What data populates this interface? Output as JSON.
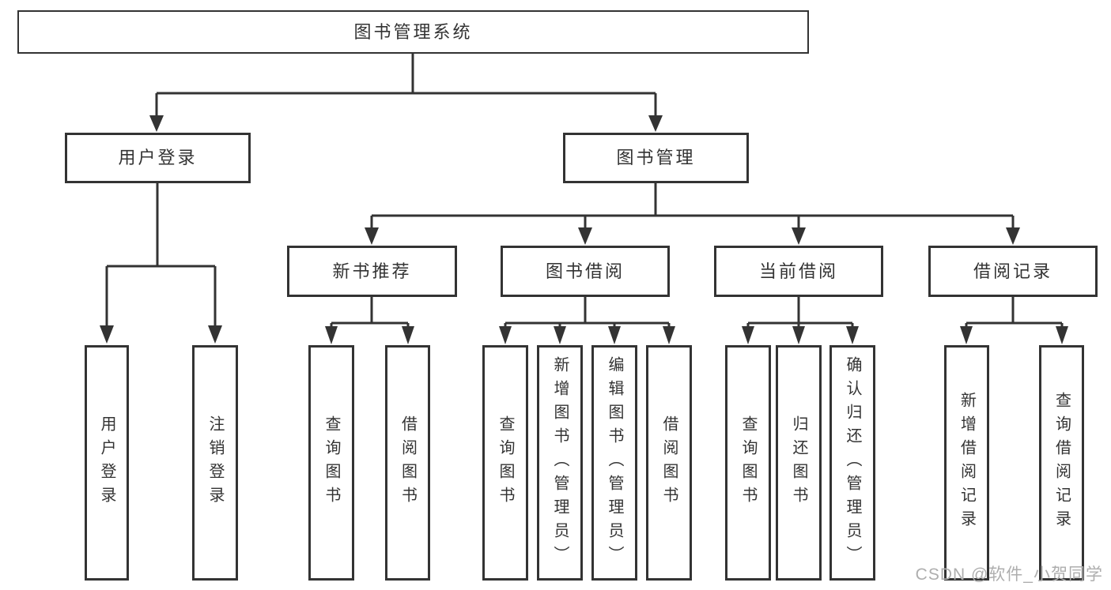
{
  "diagram": {
    "type": "hierarchy-tree",
    "nodes": {
      "root": {
        "label": "图书管理系统",
        "level": 0,
        "orientation": "horizontal"
      },
      "userLogin": {
        "label": "用户登录",
        "level": 1,
        "orientation": "horizontal"
      },
      "bookMgmt": {
        "label": "图书管理",
        "level": 1,
        "orientation": "horizontal"
      },
      "newBooks": {
        "label": "新书推荐",
        "level": 2,
        "orientation": "horizontal"
      },
      "bookBorrow": {
        "label": "图书借阅",
        "level": 2,
        "orientation": "horizontal"
      },
      "currentBorrow": {
        "label": "当前借阅",
        "level": 2,
        "orientation": "horizontal"
      },
      "borrowRecords": {
        "label": "借阅记录",
        "level": 2,
        "orientation": "horizontal"
      },
      "leafUserLogin": {
        "label": "用户登录",
        "level": 3,
        "orientation": "vertical"
      },
      "leafLogout": {
        "label": "注销登录",
        "level": 3,
        "orientation": "vertical"
      },
      "nbQuery": {
        "label": "查询图书",
        "level": 3,
        "orientation": "vertical"
      },
      "nbBorrow": {
        "label": "借阅图书",
        "level": 3,
        "orientation": "vertical"
      },
      "bbQuery": {
        "label": "查询图书",
        "level": 3,
        "orientation": "vertical"
      },
      "bbAdd": {
        "label": "新增图书（管理员）",
        "level": 3,
        "orientation": "vertical"
      },
      "bbEdit": {
        "label": "编辑图书（管理员）",
        "level": 3,
        "orientation": "vertical"
      },
      "bbBorrow": {
        "label": "借阅图书",
        "level": 3,
        "orientation": "vertical"
      },
      "cbQuery": {
        "label": "查询图书",
        "level": 3,
        "orientation": "vertical"
      },
      "cbReturn": {
        "label": "归还图书",
        "level": 3,
        "orientation": "vertical"
      },
      "cbConfirm": {
        "label": "确认归还（管理员）",
        "level": 3,
        "orientation": "vertical"
      },
      "brAdd": {
        "label": "新增借阅记录",
        "level": 3,
        "orientation": "vertical"
      },
      "brQuery": {
        "label": "查询借阅记录",
        "level": 3,
        "orientation": "vertical"
      }
    },
    "edges": [
      {
        "from": "root",
        "to": "userLogin"
      },
      {
        "from": "root",
        "to": "bookMgmt"
      },
      {
        "from": "userLogin",
        "to": "leafUserLogin"
      },
      {
        "from": "userLogin",
        "to": "leafLogout"
      },
      {
        "from": "bookMgmt",
        "to": "newBooks"
      },
      {
        "from": "bookMgmt",
        "to": "bookBorrow"
      },
      {
        "from": "bookMgmt",
        "to": "currentBorrow"
      },
      {
        "from": "bookMgmt",
        "to": "borrowRecords"
      },
      {
        "from": "newBooks",
        "to": "nbQuery"
      },
      {
        "from": "newBooks",
        "to": "nbBorrow"
      },
      {
        "from": "bookBorrow",
        "to": "bbQuery"
      },
      {
        "from": "bookBorrow",
        "to": "bbAdd"
      },
      {
        "from": "bookBorrow",
        "to": "bbEdit"
      },
      {
        "from": "bookBorrow",
        "to": "bbBorrow"
      },
      {
        "from": "currentBorrow",
        "to": "cbQuery"
      },
      {
        "from": "currentBorrow",
        "to": "cbReturn"
      },
      {
        "from": "currentBorrow",
        "to": "cbConfirm"
      },
      {
        "from": "borrowRecords",
        "to": "brAdd"
      },
      {
        "from": "borrowRecords",
        "to": "brQuery"
      }
    ],
    "colors": {
      "line": "#333333",
      "box_border": "#333333",
      "text": "#333333",
      "background": "#ffffff",
      "watermark_text": "#aeaeae"
    },
    "watermark": "CSDN @软件_小贺同学"
  }
}
